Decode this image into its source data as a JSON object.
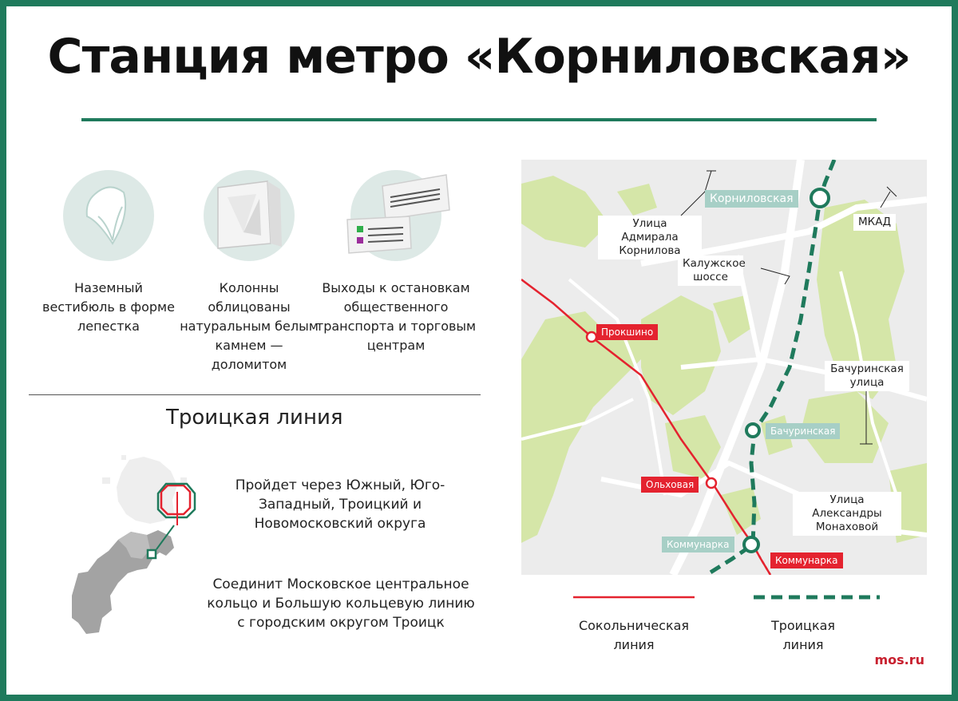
{
  "title": "Станция метро «Корниловская»",
  "features": [
    {
      "icon": "petal-vestibule-icon",
      "caption": "Наземный вестибюль в форме лепестка"
    },
    {
      "icon": "stone-column-icon",
      "caption": "Колонны облицованы натуральным белым камнем — доломитом"
    },
    {
      "icon": "exit-signs-icon",
      "caption": "Выходы к остановкам общественного транспорта и торговым центрам"
    }
  ],
  "line_section": {
    "title": "Троицкая линия",
    "districts_text": "Пройдет через Южный, Юго-Западный, Троицкий и Новомосковский округа",
    "connection_text": "Соединит Московское центральное кольцо и Большую кольцевую линию с городским округом Троицк"
  },
  "map": {
    "stations": {
      "kornilovskaya": "Корниловская",
      "prokshino": "Прокшино",
      "bachurinskaya": "Бачуринская",
      "olkhovaya": "Ольховая",
      "kommunarka_green": "Коммунарка",
      "kommunarka_red": "Коммунарка"
    },
    "streets": {
      "admiral": "Улица Адмирала Корнилова",
      "mkad": "МКАД",
      "kaluzhskoe": "Калужское шоссе",
      "bachurinskaya_st": "Бачуринская улица",
      "monakhova": "Улица Александры Монаховой"
    }
  },
  "legend": {
    "sokolnicheskaya": "Сокольническая линия",
    "troitskaya": "Троицкая линия"
  },
  "colors": {
    "green": "#1f7a5c",
    "red": "#e4232f",
    "park": "#d5e6a8",
    "station_green": "#a7cfc6"
  },
  "brand": "mos.ru"
}
